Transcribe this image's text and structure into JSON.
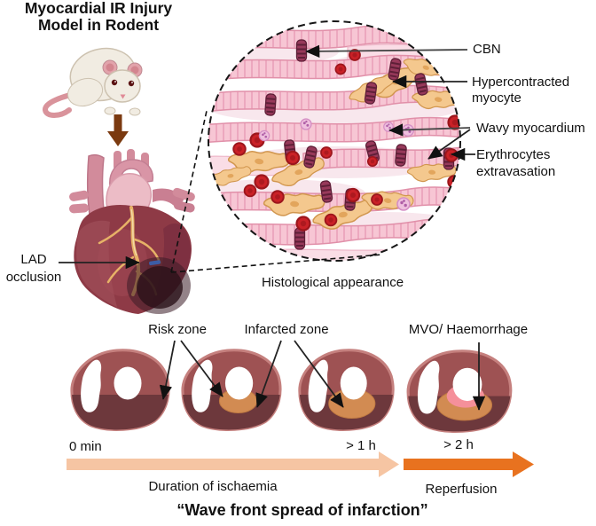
{
  "title": {
    "line1": "Myocardial IR Injury",
    "line2": "Model in Rodent"
  },
  "heart_model": {
    "lad_line1": "LAD",
    "lad_line2": "occlusion"
  },
  "histology": {
    "caption": "Histological appearance",
    "cbn": "CBN",
    "hypercontracted_line1": "Hypercontracted",
    "hypercontracted_line2": "myocyte",
    "wavy": "Wavy myocardium",
    "erythrocytes_line1": "Erythrocytes",
    "erythrocytes_line2": "extravasation"
  },
  "timeline": {
    "risk_zone": "Risk zone",
    "infarcted_zone": "Infarcted zone",
    "mvo": "MVO/ Haemorrhage",
    "t0": "0 min",
    "t1": "> 1 h",
    "t2": "> 2 h",
    "ischaemia": "Duration of ischaemia",
    "reperfusion": "Reperfusion",
    "caption": "“Wave front spread of infarction”"
  },
  "colors": {
    "ischaemia_arrow": "#f6c5a3",
    "reperfusion_arrow": "#e8721f",
    "myocardium": "#9e5253",
    "risk_zone": "#6d383c",
    "infarct": "#d28b52",
    "mvo_haemorrhage": "#f5909a",
    "erythrocyte": "#ca2127",
    "cbn_band": "#97395a",
    "myocyte_orange": "#f4c88e",
    "fiber_pink": "#f7c6d4"
  }
}
